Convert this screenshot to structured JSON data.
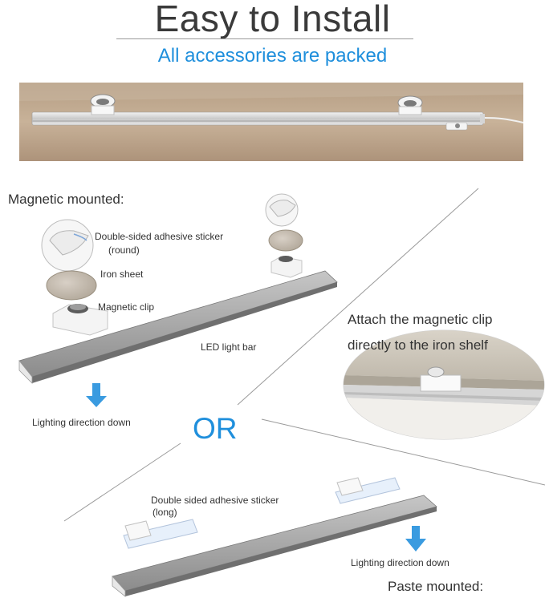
{
  "title": "Easy to Install",
  "subtitle": "All accessories are packed",
  "magnetic": {
    "heading": "Magnetic mounted:",
    "sticker_label": "Double-sided adhesive sticker",
    "sticker_sub": "(round)",
    "iron_label": "Iron sheet",
    "clip_label": "Magnetic clip",
    "bar_label": "LED light bar",
    "direction_label": "Lighting direction down"
  },
  "or_label": "OR",
  "attach": {
    "line1": "Attach the magnetic clip",
    "line2": "directly to the iron shelf"
  },
  "paste": {
    "heading": "Paste mounted:",
    "sticker_label": "Double sided adhesive sticker",
    "sticker_sub": "(long)",
    "direction_label": "Lighting direction down"
  },
  "colors": {
    "accent": "#1f8fdc",
    "arrow": "#3a9be0",
    "text": "#333333"
  }
}
